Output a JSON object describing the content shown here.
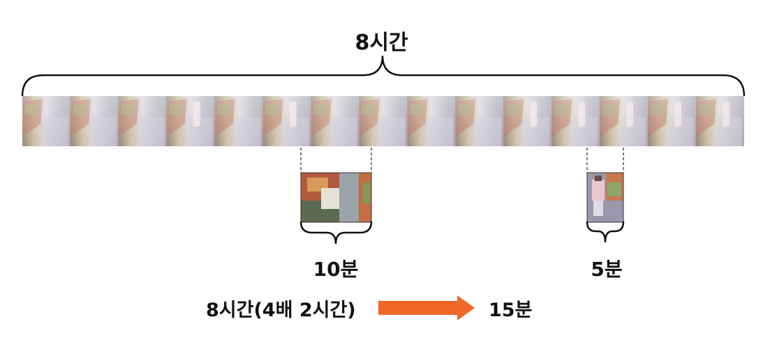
{
  "total_label": "8시간",
  "clips": [
    {
      "label": "10분"
    },
    {
      "label": "5분"
    }
  ],
  "formula": {
    "input": "8시간(4배 2시간)",
    "output": "15분",
    "arrow_color": "#f0672a"
  },
  "colors": {
    "brace": "#111111",
    "video_strip_base": "#a9a6b4"
  },
  "video_strip": {
    "frame_count": 15
  }
}
